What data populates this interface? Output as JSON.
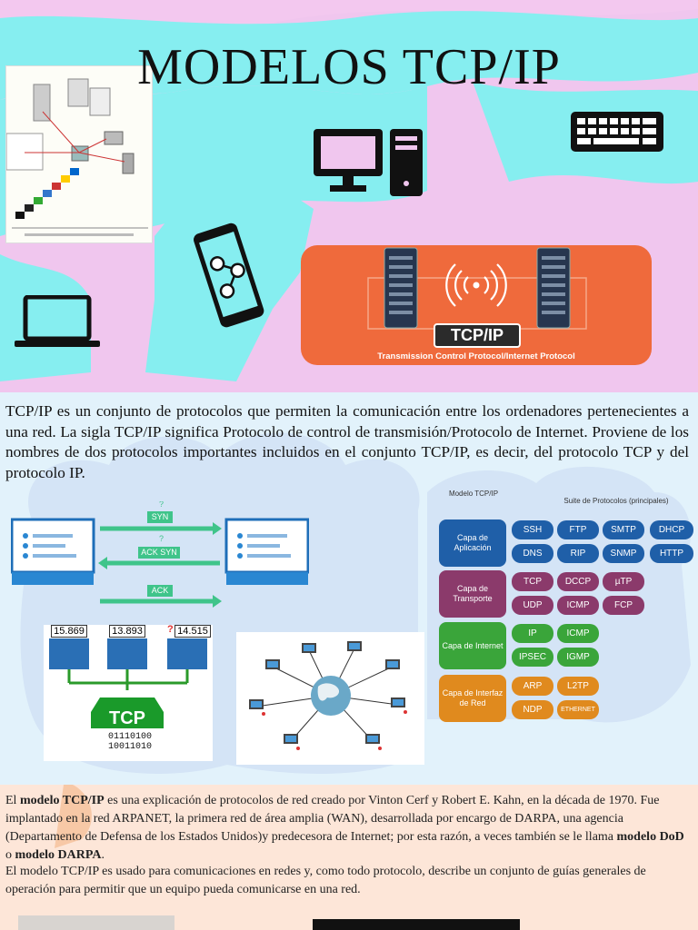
{
  "title": "MODELOS TCP/IP",
  "hero": {
    "badge": "TCP/IP",
    "subtitle": "Transmission Control Protocol/Internet Protocol"
  },
  "intro": "TCP/IP es un conjunto de protocolos que permiten la comunicación entre los ordenadores pertenecientes a una red. La sigla TCP/IP significa Protocolo de control de transmisión/Protocolo de Internet. Proviene de los nombres de dos protocolos importantes incluidos en el conjunto TCP/IP, es decir, del protocolo TCP y del protocolo IP.",
  "handshake": {
    "syn": "SYN",
    "ack_syn": "ACK SYN",
    "ack": "ACK"
  },
  "segments": {
    "a": "15.869",
    "b": "13.893",
    "c": "14.515",
    "tcp": "TCP",
    "bits1": "01110100",
    "bits2": "10011010"
  },
  "model_diagram": {
    "left_header": "Modelo TCP/IP",
    "right_header": "Suite de Protocolos (principales)",
    "layers": [
      {
        "name": "Capa de Aplicación",
        "color": "#1f5fa8",
        "protocols": [
          "SSH",
          "FTP",
          "SMTP",
          "DHCP",
          "DNS",
          "RIP",
          "SNMP",
          "HTTP"
        ]
      },
      {
        "name": "Capa de Transporte",
        "color": "#8b3a6b",
        "protocols": [
          "TCP",
          "DCCP",
          "µTP",
          "UDP",
          "ICMP",
          "FCP"
        ]
      },
      {
        "name": "Capa de Internet",
        "color": "#3aa53a",
        "protocols": [
          "IP",
          "ICMP",
          "IPSEC",
          "IGMP"
        ]
      },
      {
        "name": "Capa de Interfaz de Red",
        "color": "#e08a1e",
        "protocols": [
          "ARP",
          "L2TP",
          "NDP",
          "ETHERNET"
        ]
      }
    ]
  },
  "bottom": {
    "p1_a": "El ",
    "p1_b": "modelo TCP/IP",
    "p1_c": " es una explicación de protocolos de red creado por Vinton Cerf y Robert E. Kahn, en la década de 1970. Fue implantado en la red ARPANET, la primera red de área amplia (WAN), desarrollada por encargo de DARPA, una agencia (Departamento de Defensa de los Estados Unidos)y predecesora de Internet; por esta razón, a veces también se le llama ",
    "p1_d": "modelo DoD",
    "p1_e": " o ",
    "p1_f": "modelo DARPA",
    "p1_g": ".",
    "p2": "El modelo TCP/IP es usado para comunicaciones en redes y, como todo protocolo, describe un conjunto de guías generales de operación para permitir que un equipo pueda comunicarse en una red."
  }
}
